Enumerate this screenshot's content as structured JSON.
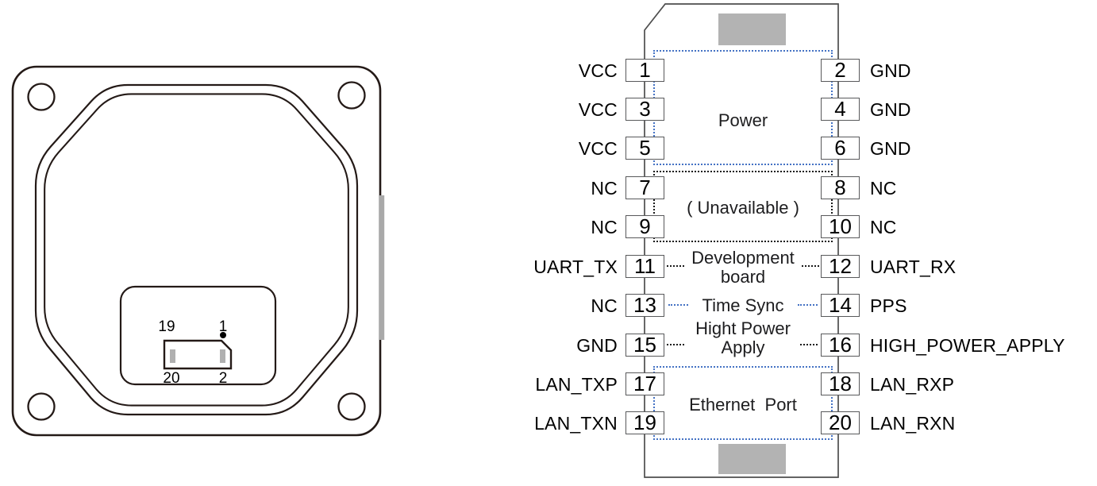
{
  "device_view": {
    "description": "front face of module with mounting holes and bottom connector",
    "connector_markers": {
      "top_left": "19",
      "top_right": "1",
      "bottom_left": "20",
      "bottom_right": "2"
    }
  },
  "pinout": {
    "rows": [
      {
        "left_label": "VCC",
        "left_pin": "1",
        "right_pin": "2",
        "right_label": "GND"
      },
      {
        "left_label": "VCC",
        "left_pin": "3",
        "right_pin": "4",
        "right_label": "GND"
      },
      {
        "left_label": "VCC",
        "left_pin": "5",
        "right_pin": "6",
        "right_label": "GND"
      },
      {
        "left_label": "NC",
        "left_pin": "7",
        "right_pin": "8",
        "right_label": "NC"
      },
      {
        "left_label": "NC",
        "left_pin": "9",
        "right_pin": "10",
        "right_label": "NC"
      },
      {
        "left_label": "UART_TX",
        "left_pin": "11",
        "right_pin": "12",
        "right_label": "UART_RX"
      },
      {
        "left_label": "NC",
        "left_pin": "13",
        "right_pin": "14",
        "right_label": "PPS"
      },
      {
        "left_label": "GND",
        "left_pin": "15",
        "right_pin": "16",
        "right_label": "HIGH_POWER_APPLY"
      },
      {
        "left_label": "LAN_TXP",
        "left_pin": "17",
        "right_pin": "18",
        "right_label": "LAN_RXP"
      },
      {
        "left_label": "LAN_TXN",
        "left_pin": "19",
        "right_pin": "20",
        "right_label": "LAN_RXN"
      }
    ],
    "groups": {
      "power": "Power",
      "unavailable": "( Unavailable )",
      "dev_board": "Development\nboard",
      "time_sync": "Time Sync",
      "high_power": "Hight Power\nApply",
      "ethernet": "Ethernet  Port"
    }
  },
  "colors": {
    "group_accent_blue": "#4472c4",
    "group_dotted_black": "#1a1a1a",
    "module_gray_fill": "#b3b3b3",
    "pin_box_outline": "#58595b",
    "device_outline": "#241a17"
  }
}
